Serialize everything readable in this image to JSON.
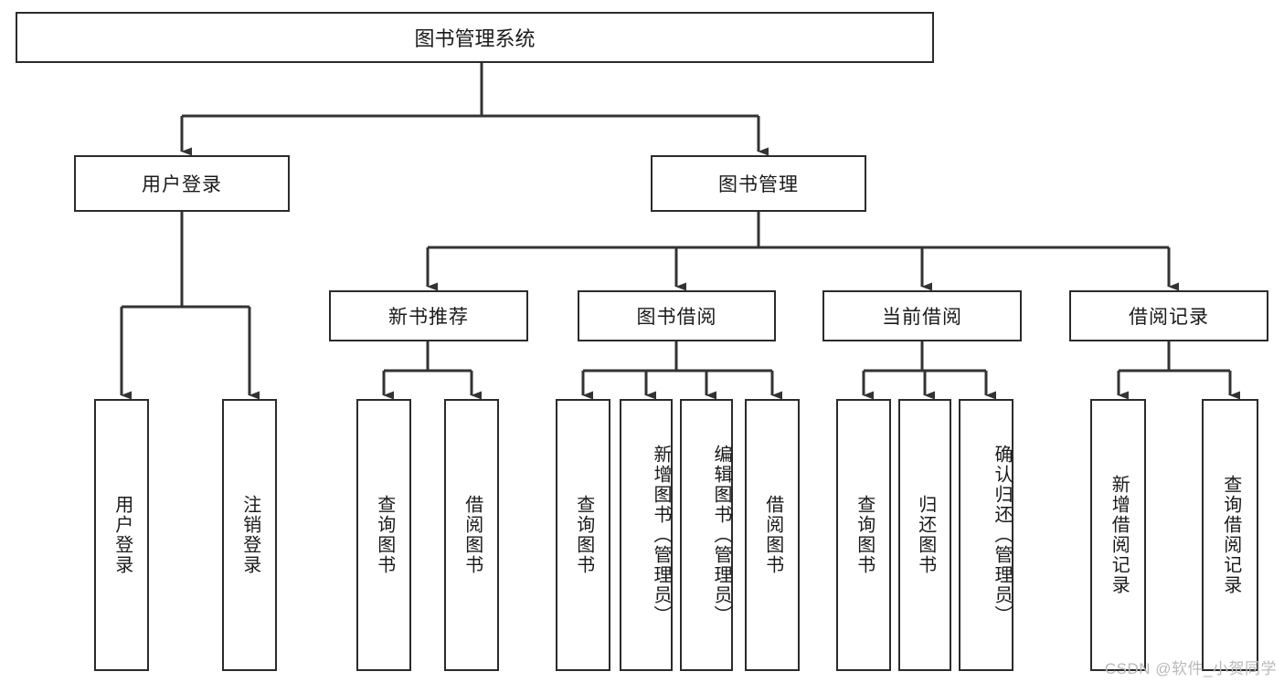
{
  "diagram": {
    "title": "图书管理系统",
    "type": "tree-hierarchy",
    "watermark": "CSDN @软件_小贺同学",
    "colors": {
      "stroke": "#2b2b2b",
      "fill": "#ffffff",
      "text": "#1a1a1a",
      "watermark": "#b9b9b9"
    },
    "nodes": {
      "root": "图书管理系统",
      "user_login": "用户登录",
      "book_manage": "图书管理",
      "new_book_rec": "新书推荐",
      "book_borrow": "图书借阅",
      "current_borrow": "当前借阅",
      "borrow_record": "借阅记录",
      "leaf_user_login": "用户登录",
      "leaf_user_logout": "注销登录",
      "leaf_query_book_1": "查询图书",
      "leaf_borrow_book_1": "借阅图书",
      "leaf_query_book_2": "查询图书",
      "leaf_add_book_admin": "新增图书（管理员）",
      "leaf_edit_book_admin": "编辑图书（管理员）",
      "leaf_borrow_book_2": "借阅图书",
      "leaf_query_book_3": "查询图书",
      "leaf_return_book": "归还图书",
      "leaf_confirm_return_admin": "确认归还（管理员）",
      "leaf_add_borrow_record": "新增借阅记录",
      "leaf_query_borrow_record": "查询借阅记录"
    },
    "edges": [
      {
        "from": "root",
        "to": "user_login"
      },
      {
        "from": "root",
        "to": "book_manage"
      },
      {
        "from": "book_manage",
        "to": "new_book_rec"
      },
      {
        "from": "book_manage",
        "to": "book_borrow"
      },
      {
        "from": "book_manage",
        "to": "current_borrow"
      },
      {
        "from": "book_manage",
        "to": "borrow_record"
      },
      {
        "from": "user_login",
        "to": "leaf_user_login"
      },
      {
        "from": "user_login",
        "to": "leaf_user_logout"
      },
      {
        "from": "new_book_rec",
        "to": "leaf_query_book_1"
      },
      {
        "from": "new_book_rec",
        "to": "leaf_borrow_book_1"
      },
      {
        "from": "book_borrow",
        "to": "leaf_query_book_2"
      },
      {
        "from": "book_borrow",
        "to": "leaf_add_book_admin"
      },
      {
        "from": "book_borrow",
        "to": "leaf_edit_book_admin"
      },
      {
        "from": "book_borrow",
        "to": "leaf_borrow_book_2"
      },
      {
        "from": "current_borrow",
        "to": "leaf_query_book_3"
      },
      {
        "from": "current_borrow",
        "to": "leaf_return_book"
      },
      {
        "from": "current_borrow",
        "to": "leaf_confirm_return_admin"
      },
      {
        "from": "borrow_record",
        "to": "leaf_add_borrow_record"
      },
      {
        "from": "borrow_record",
        "to": "leaf_query_borrow_record"
      }
    ]
  }
}
